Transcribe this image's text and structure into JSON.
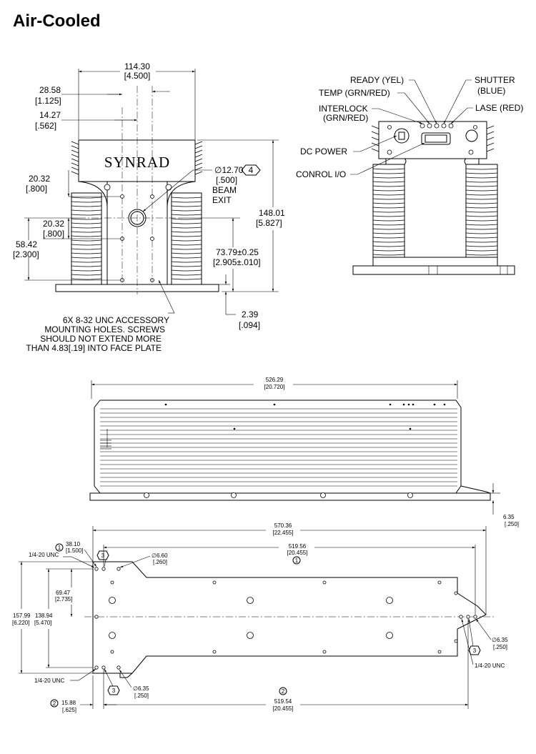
{
  "title": "Air-Cooled",
  "brand": "SYNRAD",
  "front_view": {
    "dims": {
      "width": [
        "114.30",
        "[4.500]"
      ],
      "d28": [
        "28.58",
        "[1.125]"
      ],
      "d14": [
        "14.27",
        "[.562]"
      ],
      "d20a": [
        "20.32",
        "[.800]"
      ],
      "d20b": [
        "20.32",
        "[.800]"
      ],
      "d58": [
        "58.42",
        "[2.300]"
      ],
      "d148": [
        "148.01",
        "[5.827]"
      ],
      "d73": [
        "73.79±0.25",
        "[2.905±.010]"
      ],
      "d239": [
        "2.39",
        "[.094]"
      ],
      "beam": [
        "∅12.70",
        "[.500]",
        "BEAM",
        "EXIT"
      ],
      "beam_tag": "4"
    },
    "note": [
      "6X 8-32 UNC ACCESSORY",
      "MOUNTING HOLES.  SCREWS",
      "SHOULD NOT EXTEND MORE",
      "THAN 4.83[.19] INTO FACE PLATE"
    ]
  },
  "rear_view": {
    "labels": {
      "ready": "READY (YEL)",
      "temp": "TEMP (GRN/RED)",
      "interlock": [
        "INTERLOCK",
        "(GRN/RED)"
      ],
      "shutter": [
        "SHUTTER",
        "(BLUE)"
      ],
      "lase": "LASE (RED)",
      "dc": "DC POWER",
      "control": "CONROL I/O"
    }
  },
  "side_view": {
    "length": [
      "526.29",
      "[20.720]"
    ],
    "base": [
      "6.35",
      "[.250]"
    ]
  },
  "bottom_view": {
    "overall": [
      "570.36",
      "[22.455]"
    ],
    "d519a": [
      "519.56",
      "[20.455]"
    ],
    "d519a_tag": "1",
    "d38": [
      "38.10",
      "[1.500]"
    ],
    "d38_tag": "1",
    "unc_top": "1/4-20 UNC",
    "tag3_top": "3",
    "d660": [
      "∅6.60",
      "[.260]"
    ],
    "d69": [
      "69.47",
      "[2.735]"
    ],
    "d157": [
      "157.99",
      "[6.220]"
    ],
    "d138": [
      "138.94",
      "[5.470]"
    ],
    "d635r": [
      "∅6.35",
      "[.250]"
    ],
    "tag3_right": "3",
    "unc_right": "1/4-20 UNC",
    "unc_bottom": "1/4-20 UNC",
    "tag3_bottom": "3",
    "d635b": [
      "∅6.35",
      "[.250]"
    ],
    "d15": [
      "15.88",
      "[.625]"
    ],
    "d15_tag": "2",
    "d519b": [
      "519.54",
      "[20.455]"
    ],
    "d519b_tag": "2"
  }
}
